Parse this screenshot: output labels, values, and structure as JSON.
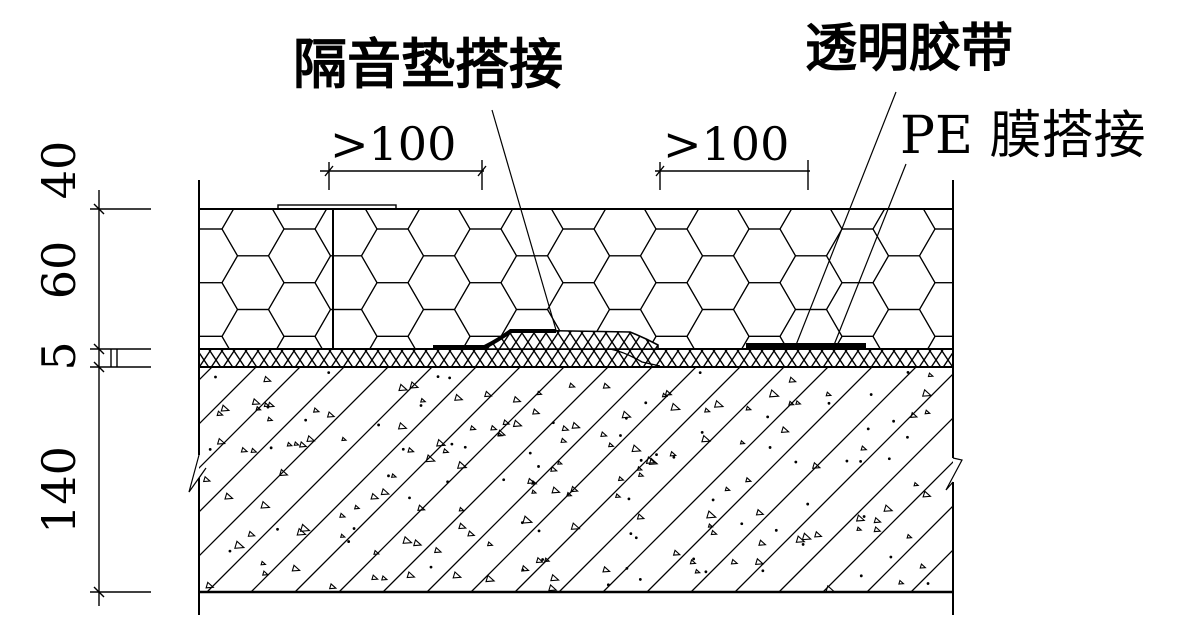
{
  "drawing": {
    "callouts": {
      "soundproof_pad_overlap": "隔音垫搭接",
      "transparent_tape": "透明胶带",
      "pe_film_overlap": "PE 膜搭接"
    },
    "overlap_dimensions": [
      {
        "label": ">100"
      },
      {
        "label": ">100"
      }
    ],
    "vertical_dimensions": [
      {
        "label": "40"
      },
      {
        "label": "60"
      },
      {
        "label": "5"
      },
      {
        "label": "140"
      }
    ],
    "line_color": "#000000",
    "background_color": "#ffffff"
  }
}
